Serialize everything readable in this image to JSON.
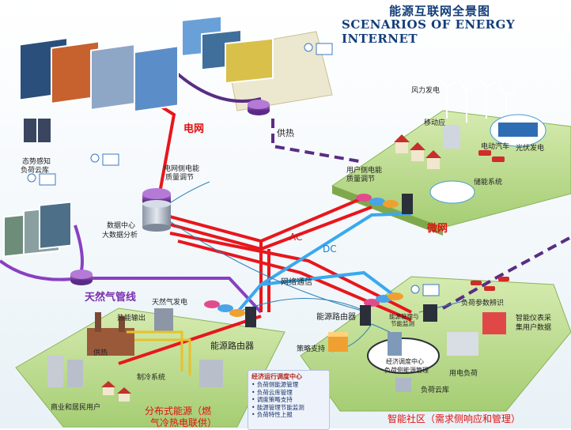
{
  "title": {
    "cn": "能源互联网全景图",
    "en": "SCENARIOS OF ENERGY INTERNET"
  },
  "labels": {
    "grid": "电网",
    "heating": "供热",
    "gas_pipeline": "天然气管线",
    "ac": "AC",
    "dc": "DC",
    "microgrid": "微网",
    "network_comm": "网络通信",
    "energy_router": "能源路由器",
    "energy_router_2": "能源路由器",
    "situation_awareness": "态势感知",
    "load_cloud_top": "负荷云库",
    "grid_quality": "电网侧电能",
    "grid_quality_2": "质量调节",
    "data_center": "数据中心",
    "big_data": "大数据分析",
    "wind": "风力发电",
    "mobile": "移动应",
    "user_quality": "用户侧电能",
    "user_quality_2": "质量调节",
    "ev": "电动汽车",
    "pv": "光伏发电",
    "storage": "储能系统",
    "gas_power": "天然气发电",
    "heat_output": "热能输出",
    "heat_supply": "供热",
    "cooling": "制冷系统",
    "commercial": "商业和居民用户",
    "distributed": "分布式能源（燃",
    "distributed_2": "气冷热电联供）",
    "strategy": "策略支持",
    "load_mgmt": "能源管理与",
    "load_mgmt_2": "节能监测",
    "econ_center": "经济调度中心",
    "load_side": "负荷侧能源管理",
    "load_param": "负荷参数辨识",
    "smart_meter": "智能仪表采",
    "smart_meter_2": "集用户数据",
    "power_load": "用电负荷",
    "load_cloud": "负荷云库",
    "smart_community": "智能社区（需求侧响应和管理）"
  },
  "legend": {
    "head": "经济运行调度中心",
    "items": [
      "负荷侧能源管理",
      "负荷云库管理",
      "调度策略支持",
      "能源管理节能监测",
      "负荷特性上报"
    ]
  },
  "colors": {
    "power_line": "#e8161c",
    "dc_line": "#39a9ee",
    "gas_line": "#8a3fc2",
    "heat_line": "#5a2d82",
    "island": "#b8d98a",
    "title": "#123d7a"
  }
}
